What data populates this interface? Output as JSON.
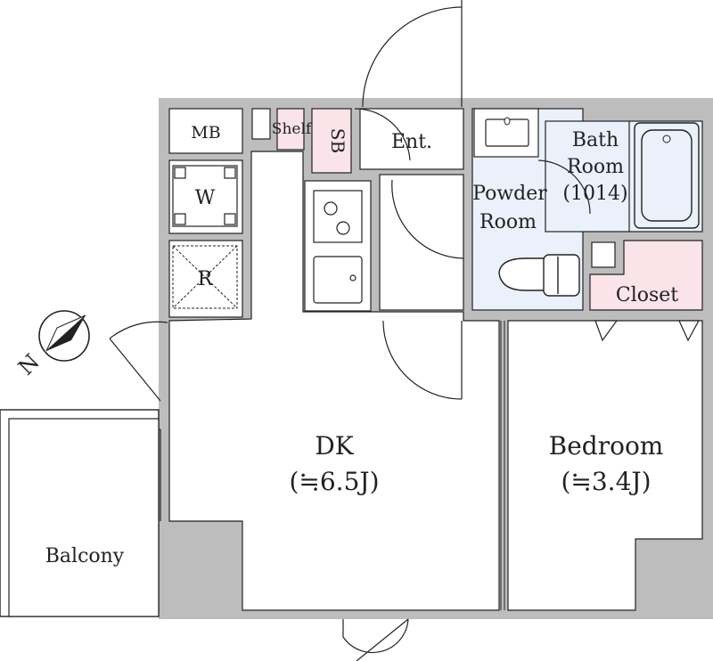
{
  "rooms": {
    "mb": "MB",
    "shelf": "Shelf",
    "sb": "SB",
    "entrance": "Ent.",
    "washer": "W",
    "fridge": "R",
    "bath_line1": "Bath",
    "bath_line2": "Room",
    "bath_line3": "(1014)",
    "powder_line1": "Powder",
    "powder_line2": "Room",
    "closet": "Closet",
    "dk_name": "DK",
    "dk_size": "(≒6.5J)",
    "bedroom_name": "Bedroom",
    "bedroom_size": "(≒3.4J)",
    "balcony": "Balcony"
  },
  "compass": {
    "label": "N"
  },
  "colors": {
    "wall": "#bdbdbd",
    "line": "#222222",
    "pink": "#fbe3ea",
    "blue": "#eaf1fb"
  }
}
